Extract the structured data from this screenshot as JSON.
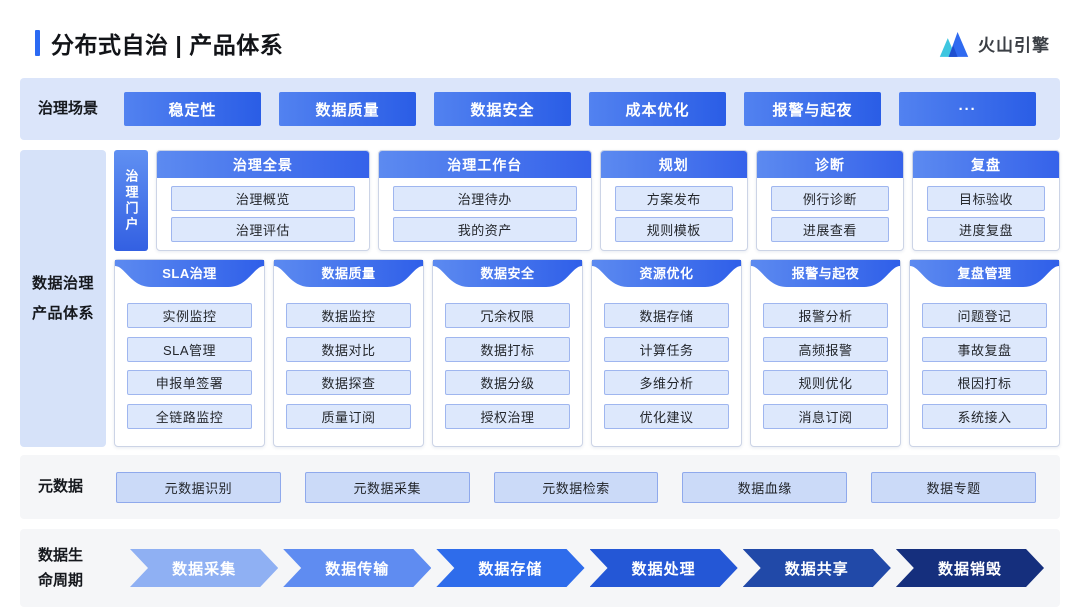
{
  "header": {
    "title": "分布式自治 | 产品体系",
    "logo_text": "火山引擎"
  },
  "scenario_row": {
    "label": "治理场景",
    "items": [
      "稳定性",
      "数据质量",
      "数据安全",
      "成本优化",
      "报警与起夜",
      "···"
    ]
  },
  "governance": {
    "label_line1": "数据治理",
    "label_line2": "产品体系",
    "portal_tab": "治理门户",
    "portal_cards": [
      {
        "title": "治理全景",
        "items": [
          "治理概览",
          "治理评估"
        ]
      },
      {
        "title": "治理工作台",
        "items": [
          "治理待办",
          "我的资产"
        ]
      },
      {
        "title": "规划",
        "items": [
          "方案发布",
          "规则模板"
        ]
      },
      {
        "title": "诊断",
        "items": [
          "例行诊断",
          "进展查看"
        ]
      },
      {
        "title": "复盘",
        "items": [
          "目标验收",
          "进度复盘"
        ]
      }
    ],
    "module_cards": [
      {
        "title": "SLA治理",
        "items": [
          "实例监控",
          "SLA管理",
          "申报单签署",
          "全链路监控"
        ]
      },
      {
        "title": "数据质量",
        "items": [
          "数据监控",
          "数据对比",
          "数据探查",
          "质量订阅"
        ]
      },
      {
        "title": "数据安全",
        "items": [
          "冗余权限",
          "数据打标",
          "数据分级",
          "授权治理"
        ]
      },
      {
        "title": "资源优化",
        "items": [
          "数据存储",
          "计算任务",
          "多维分析",
          "优化建议"
        ]
      },
      {
        "title": "报警与起夜",
        "items": [
          "报警分析",
          "高频报警",
          "规则优化",
          "消息订阅"
        ]
      },
      {
        "title": "复盘管理",
        "items": [
          "问题登记",
          "事故复盘",
          "根因打标",
          "系统接入"
        ]
      }
    ]
  },
  "metadata_row": {
    "label": "元数据",
    "items": [
      "元数据识别",
      "元数据采集",
      "元数据检索",
      "数据血缘",
      "数据专题"
    ]
  },
  "lifecycle_row": {
    "label_line1": "数据生",
    "label_line2": "命周期",
    "stages": [
      {
        "label": "数据采集",
        "color": "#8fb0f3"
      },
      {
        "label": "数据传输",
        "color": "#5f8cf1"
      },
      {
        "label": "数据存储",
        "color": "#2e6ceb"
      },
      {
        "label": "数据处理",
        "color": "#2457d6"
      },
      {
        "label": "数据共享",
        "color": "#2149a8"
      },
      {
        "label": "数据销毁",
        "color": "#152f7d"
      }
    ]
  },
  "colors": {
    "accent_blue": "#2b6af3",
    "scenario_band_bg": "#dbe5fa",
    "gov_label_bg": "#d6e2f9",
    "gray_band_bg": "#f5f6f8",
    "chip_bg": "#dde8fc",
    "chip_border": "#9fb6ef",
    "meta_chip_bg": "#cbdaf8",
    "logo_cyan": "#3ec6e0",
    "logo_blue": "#2f6af0"
  }
}
